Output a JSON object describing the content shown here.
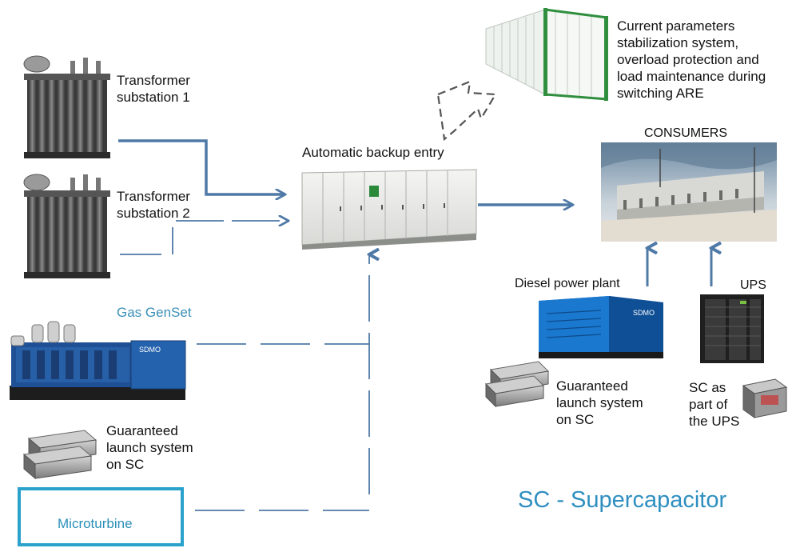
{
  "labels": {
    "transformer1": "Transformer\nsubstation 1",
    "transformer2": "Transformer\nsubstation 2",
    "gas_genset": "Gas GenSet",
    "guaranteed_left": "Guaranteed\nlaunch system\non SC",
    "microturbine": "Microturbine",
    "are": "Automatic backup entry",
    "stabilization": "Current parameters\nstabilization system,\noverload protection and\nload maintenance during\nswitching ARE",
    "consumers": "CONSUMERS",
    "diesel": "Diesel power plant",
    "ups": "UPS",
    "guaranteed_right": "Guaranteed\nlaunch system\non SC",
    "sc_ups": "SC as\npart of\nthe UPS",
    "legend": "SC - Supercapacitor",
    "genset_brand": "SDMO",
    "diesel_brand": "SDMO"
  },
  "colors": {
    "line": "#4f79a6",
    "accent": "#2aa2cc",
    "genset": "#1f4f94",
    "container_green": "#2f8f3e"
  },
  "icons": {
    "transformer": "transformer-icon",
    "switchgear": "switchgear-cabinet-icon",
    "container": "container-icon",
    "genset": "gas-genset-icon",
    "diesel": "diesel-generator-icon",
    "ups": "ups-cabinet-icon",
    "supercapacitor": "supercapacitor-module-icon",
    "battery": "battery-module-icon",
    "consumers": "consumers-building-photo"
  }
}
